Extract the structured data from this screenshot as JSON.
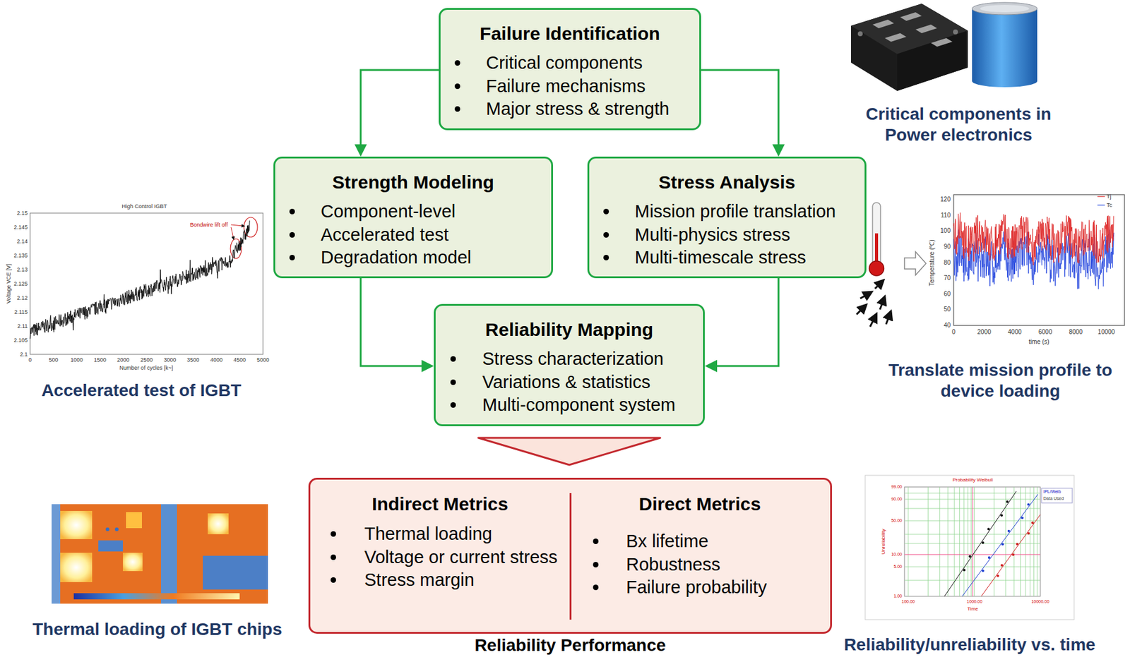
{
  "diagram": {
    "nodes": [
      {
        "text": [
          "Failure Identification",
          "Critical components",
          "Failure mechanisms",
          "Major stress & strength"
        ]
      },
      {
        "text": [
          "Strength Modeling",
          "Component-level",
          "Accelerated test",
          "Degradation model"
        ]
      },
      {
        "text": [
          "Stress Analysis",
          "Mission profile translation",
          "Multi-physics stress",
          "Multi-timescale stress"
        ]
      },
      {
        "text": [
          "Reliability Mapping",
          "Stress characterization",
          "Variations & statistics",
          "Multi-component system"
        ]
      },
      {
        "text": [
          "Reliability Performance"
        ]
      },
      {
        "text": [
          "Indirect Metrics",
          "Thermal loading",
          "Voltage or current stress",
          "Stress margin"
        ],
        "in": 4
      },
      {
        "text": [
          "Direct Metrics",
          "Bx lifetime",
          "Robustness",
          "Failure probability"
        ],
        "in": 4
      }
    ],
    "edges": [
      {
        "from": 0,
        "to": 1,
        "arrow": "to"
      },
      {
        "from": 0,
        "to": 2,
        "arrow": "to"
      },
      {
        "from": 1,
        "to": 3,
        "arrow": "to"
      },
      {
        "from": 2,
        "to": 3,
        "arrow": "to"
      },
      {
        "from": 3,
        "to": 4,
        "arrow": "to"
      }
    ],
    "labels": [
      "Critical components in Power electronics",
      "Accelerated test of IGBT",
      "Translate mission profile to device loading",
      "Thermal loading of IGBT chips",
      "Reliability/unreliability vs. time",
      "High Control IGBT",
      "Bondwire lift off",
      "Voltage VCE [V]",
      "Number of cycles [k~]",
      "2.15",
      "2.145",
      "2.14",
      "2.135",
      "2.13",
      "2.125",
      "2.12",
      "2.115",
      "2.11",
      "2.105",
      "2.1",
      "0",
      "500",
      "1000",
      "1500",
      "2000",
      "2500",
      "3000",
      "3500",
      "4000",
      "4500",
      "5000",
      "Temperature (℃)",
      "time (s)",
      "120",
      "110",
      "100",
      "90",
      "80",
      "70",
      "60",
      "50",
      "40",
      "0",
      "2000",
      "4000",
      "6000",
      "8000",
      "10000",
      "Probability Weibull",
      "Unreliability",
      "Time",
      "99.00",
      "90.00",
      "50.00",
      "10.00",
      "5.00",
      "1.00",
      "100.00",
      "1000.00",
      "10000.00",
      "IPL/Weib",
      "Data Used"
    ],
    "legend": [
      {
        "text": "Tj"
      },
      {
        "text": "Tc"
      }
    ]
  }
}
